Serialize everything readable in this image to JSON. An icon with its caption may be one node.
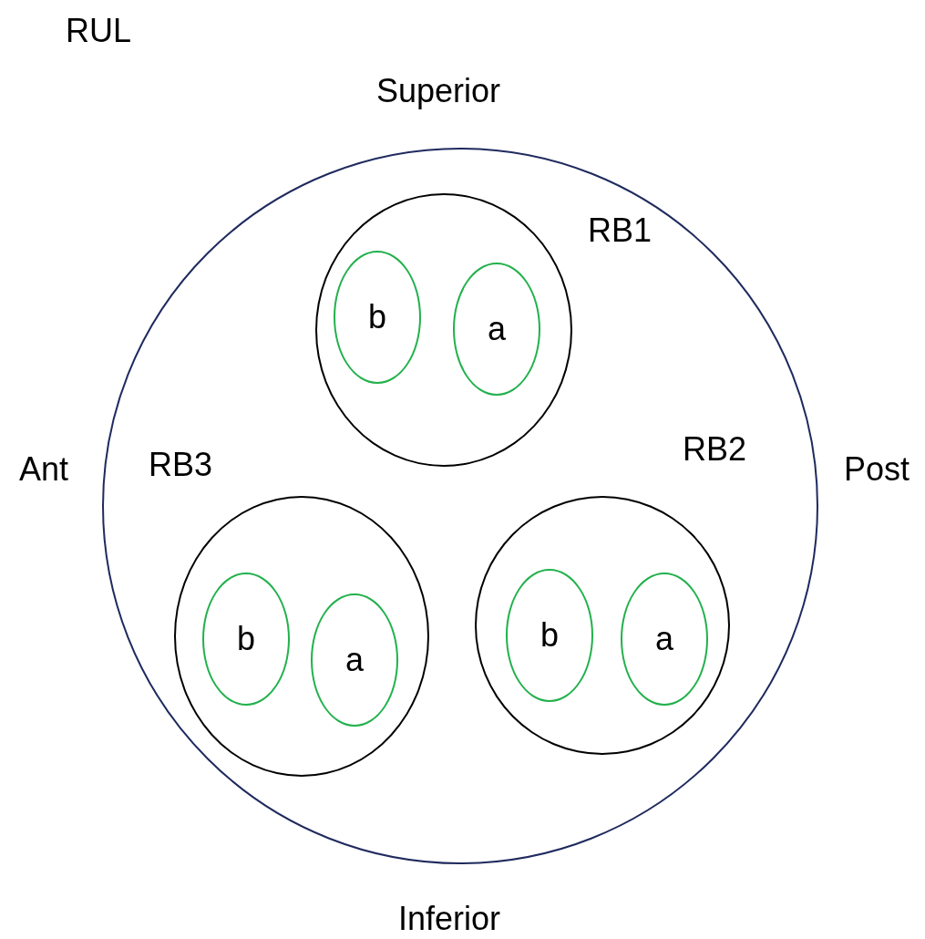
{
  "diagram": {
    "title": "RUL",
    "nodes": [
      {
        "text": [],
        "shape": "circle"
      },
      {
        "text": [
          "RB1"
        ],
        "in": 0
      },
      {
        "text": [
          "b"
        ],
        "in": 1
      },
      {
        "text": [
          "a"
        ],
        "in": 1
      },
      {
        "text": [
          "RB3"
        ],
        "in": 0
      },
      {
        "text": [
          "b"
        ],
        "in": 4
      },
      {
        "text": [
          "a"
        ],
        "in": 4
      },
      {
        "text": [
          "RB2"
        ],
        "in": 0
      },
      {
        "text": [
          "b"
        ],
        "in": 7
      },
      {
        "text": [
          "a"
        ],
        "in": 7
      }
    ],
    "edges": [],
    "labels": [
      "Superior",
      "Ant",
      "Post",
      "Inferior"
    ]
  }
}
